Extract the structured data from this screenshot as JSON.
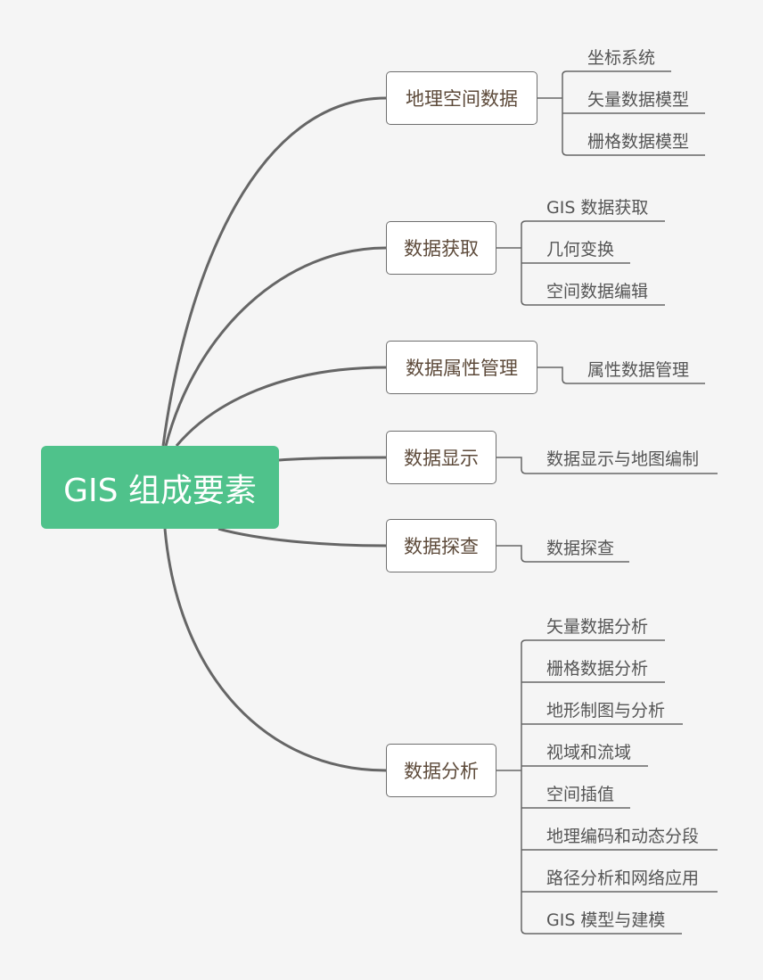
{
  "root": {
    "label": "GIS 组成要素"
  },
  "branches": [
    {
      "label": "地理空间数据",
      "leaves": [
        "坐标系统",
        "矢量数据模型",
        "栅格数据模型"
      ]
    },
    {
      "label": "数据获取",
      "leaves": [
        "GIS 数据获取",
        "几何变换",
        "空间数据编辑"
      ]
    },
    {
      "label": "数据属性管理",
      "leaves": [
        "属性数据管理"
      ]
    },
    {
      "label": "数据显示",
      "leaves": [
        "数据显示与地图编制"
      ]
    },
    {
      "label": "数据探查",
      "leaves": [
        "数据探查"
      ]
    },
    {
      "label": "数据分析",
      "leaves": [
        "矢量数据分析",
        "栅格数据分析",
        "地形制图与分析",
        "视域和流域",
        "空间插值",
        "地理编码和动态分段",
        "路径分析和网络应用",
        "GIS 模型与建模"
      ]
    }
  ]
}
